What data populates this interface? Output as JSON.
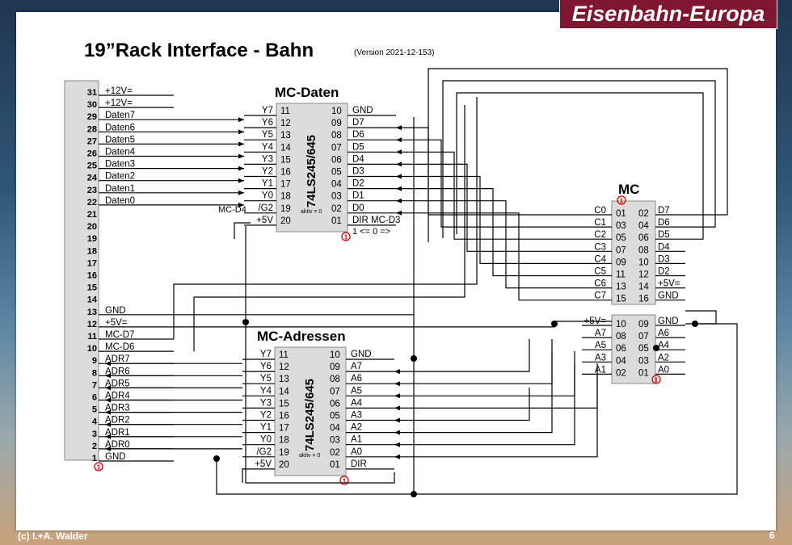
{
  "brand": "Eisenbahn-Europa",
  "title": "19”Rack Interface - Bahn",
  "version": "(Version 2021-12-153)",
  "copyright": "(c) I.+A. Walder",
  "page_number": "6",
  "connector": {
    "pins": [
      "31",
      "30",
      "29",
      "28",
      "27",
      "26",
      "25",
      "24",
      "23",
      "22",
      "21",
      "20",
      "19",
      "18",
      "17",
      "16",
      "15",
      "14",
      "13",
      "12",
      "11",
      "10",
      "9",
      "8",
      "7",
      "6",
      "5",
      "4",
      "3",
      "2",
      "1"
    ],
    "signals": {
      "31": "+12V=",
      "30": "+12V=",
      "29": "Daten7",
      "28": "Daten6",
      "27": "Daten5",
      "26": "Daten4",
      "25": "Daten3",
      "24": "Daten2",
      "23": "Daten1",
      "22": "Daten0",
      "13": "GND",
      "12": "+5V=",
      "11": "MC-D7",
      "10": "MC-D6",
      "9": "ADR7",
      "8": "ADR6",
      "7": "ADR5",
      "6": "ADR4",
      "5": "ADR3",
      "4": "ADR2",
      "3": "ADR1",
      "2": "ADR0",
      "1": "GND"
    },
    "pin1_marker": "1"
  },
  "chip_daten": {
    "heading": "MC-Daten",
    "part": "74LS245/645",
    "left_pins": [
      "11",
      "12",
      "13",
      "14",
      "15",
      "16",
      "17",
      "18",
      "19",
      "20"
    ],
    "right_pins": [
      "10",
      "09",
      "08",
      "07",
      "06",
      "05",
      "04",
      "03",
      "02",
      "01"
    ],
    "left_signals": [
      "Y7",
      "Y6",
      "Y5",
      "Y4",
      "Y3",
      "Y2",
      "Y1",
      "Y0",
      "/G2",
      "+5V"
    ],
    "right_signals": [
      "GND",
      "D7",
      "D6",
      "D5",
      "D4",
      "D3",
      "D2",
      "D1",
      "D0",
      "DIR MC-D3"
    ],
    "mc_d4_label": "MC-D4",
    "aktiv_note": "aktiv = 0",
    "dir_note": "1 <=    0 =>",
    "pin1_marker": "1"
  },
  "chip_adressen": {
    "heading": "MC-Adressen",
    "part": "74LS245/645",
    "left_pins": [
      "11",
      "12",
      "13",
      "14",
      "15",
      "16",
      "17",
      "18",
      "19",
      "20"
    ],
    "right_pins": [
      "10",
      "09",
      "08",
      "07",
      "06",
      "05",
      "04",
      "03",
      "02",
      "01"
    ],
    "left_signals": [
      "Y7",
      "Y6",
      "Y5",
      "Y4",
      "Y3",
      "Y2",
      "Y1",
      "Y0",
      "/G2",
      "+5V"
    ],
    "right_signals": [
      "GND",
      "A7",
      "A6",
      "A5",
      "A4",
      "A3",
      "A2",
      "A1",
      "A0",
      "DIR"
    ],
    "aktiv_note": "aktiv = 0",
    "pin1_marker": "1"
  },
  "mc_upper": {
    "heading": "MC",
    "pins_left": [
      "01",
      "03",
      "05",
      "07",
      "09",
      "11",
      "13",
      "15"
    ],
    "pins_right": [
      "02",
      "04",
      "06",
      "08",
      "10",
      "12",
      "14",
      "16"
    ],
    "signals_left": [
      "C0",
      "C1",
      "C2",
      "C3",
      "C4",
      "C5",
      "C6",
      "C7"
    ],
    "signals_right": [
      "D7",
      "D6",
      "D5",
      "D4",
      "D3",
      "D2",
      "+5V=",
      "GND"
    ],
    "pin1_marker": "1"
  },
  "mc_lower": {
    "pins_left": [
      "10",
      "08",
      "06",
      "04",
      "02"
    ],
    "pins_right": [
      "09",
      "07",
      "05",
      "03",
      "01"
    ],
    "signals_left": [
      "+5V=",
      "A7",
      "A5",
      "A3",
      "A1"
    ],
    "signals_right": [
      "GND",
      "A6",
      "A4",
      "A2",
      "A0"
    ],
    "pin1_marker": "1"
  }
}
